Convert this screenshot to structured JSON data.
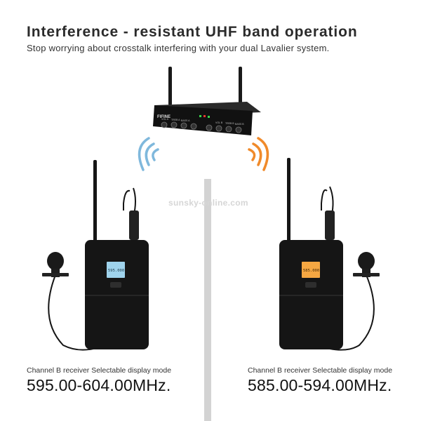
{
  "header": {
    "title": "Interference - resistant UHF band operation",
    "subtitle": "Stop worrying about crosstalk interfering with your dual Lavalier system."
  },
  "watermark": "sunsky-online.com",
  "receiver": {
    "brand": "FIFINE",
    "knob_labels": [
      "VOL A",
      "TREB A",
      "BASS A",
      "VOL B",
      "TREB B",
      "BASS B"
    ]
  },
  "left_pack": {
    "display_text": "595.000",
    "caption": "Channel B receiver Selectable display mode",
    "frequency": "595.00-604.00MHz."
  },
  "right_pack": {
    "display_text": "585.000",
    "caption": "Channel B receiver Selectable display mode",
    "frequency": "585.00-594.00MHz."
  },
  "colors": {
    "left_signal": "#7fb8dc",
    "right_signal": "#f08a2a",
    "left_lcd": "#9fd3ec",
    "right_lcd": "#f5a742",
    "divider": "#d3d3d3",
    "device_body": "#151515"
  }
}
